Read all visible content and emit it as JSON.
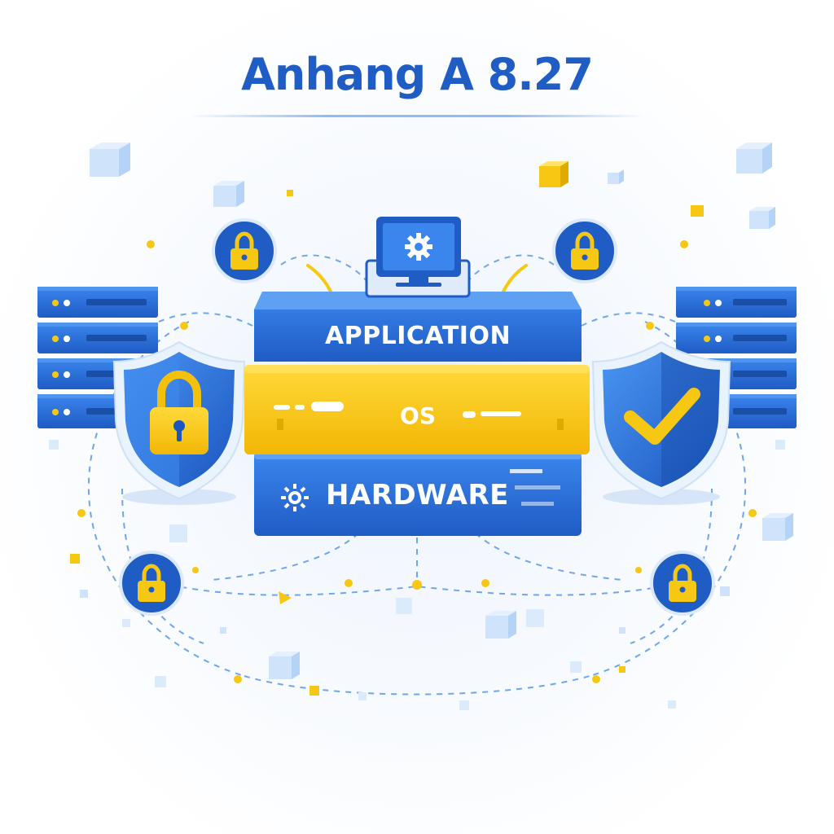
{
  "title": "Anhang A 8.27",
  "layers": {
    "application": "APPLICATION",
    "os": "OS",
    "hardware": "HARDWARE"
  },
  "icons": {
    "monitor": "monitor-gear-icon",
    "left_shield": "shield-lock-icon",
    "right_shield": "shield-check-icon",
    "padlock": "padlock-icon",
    "server_rack": "server-rack-icon",
    "hardware_chip": "gear-chip-icon"
  },
  "colors": {
    "blue": "#2a6fdb",
    "dark_blue": "#1f5cc4",
    "yellow": "#f6c813",
    "light_blue": "#cfe3fa"
  }
}
